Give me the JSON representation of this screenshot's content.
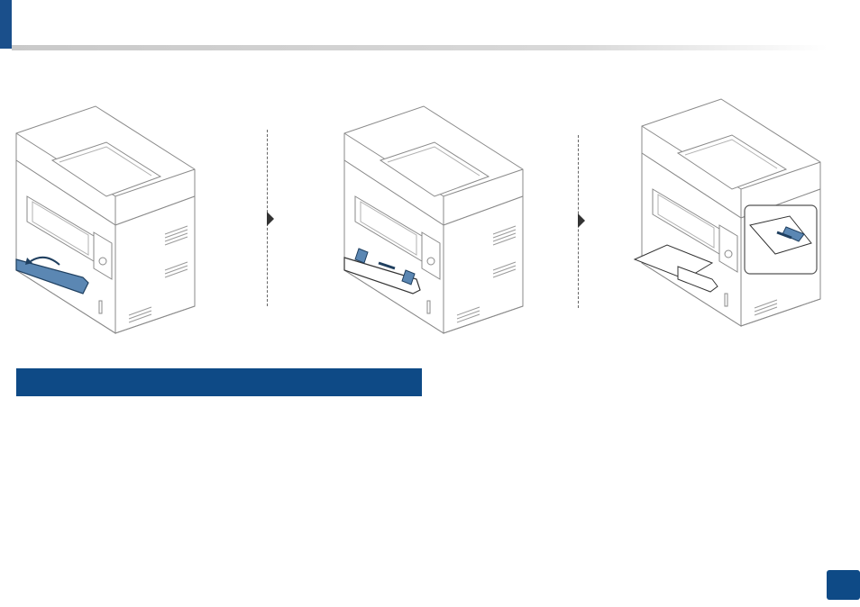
{
  "header": {
    "accent_color": "#1a4f8b"
  },
  "figures": {
    "steps": [
      {
        "action": "open-tray-cover",
        "highlight": "tray-flap"
      },
      {
        "action": "adjust-paper-guides",
        "highlight": "guides"
      },
      {
        "action": "insert-paper",
        "highlight": "paper",
        "has_zoom_inset": true
      }
    ],
    "highlight_color": "#5b87b3"
  },
  "section": {
    "bar_color": "#0e4a86"
  },
  "footer": {
    "badge_color": "#0e4a86"
  }
}
